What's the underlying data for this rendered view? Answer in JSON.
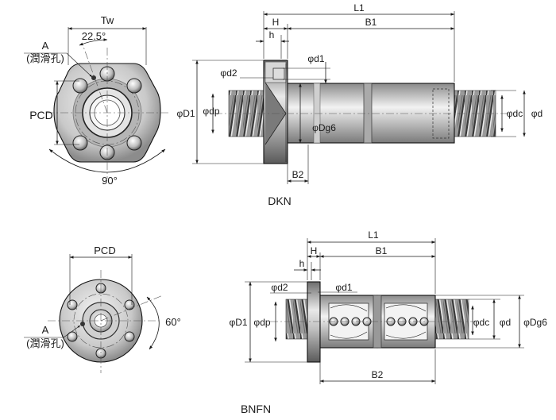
{
  "dkn": {
    "title": "DKN",
    "front": {
      "tw": "Tw",
      "angle": "22.5°",
      "hole_label": "A",
      "hole_note": "(潤滑孔)",
      "pcd": "PCD",
      "angle_bottom": "90°"
    },
    "side": {
      "l1": "L1",
      "h": "H",
      "b1": "B1",
      "h_small": "h",
      "d1": "φd1",
      "d2": "φd2",
      "D1": "φD1",
      "dp": "φdp",
      "dg6": "φDg6",
      "dc": "φdc",
      "d": "φd",
      "b2": "B2"
    }
  },
  "bnfn": {
    "title": "BNFN",
    "front": {
      "pcd": "PCD",
      "angle": "60°",
      "hole_label": "A",
      "hole_note": "(潤滑孔)"
    },
    "side": {
      "l1": "L1",
      "h_small": "h",
      "h": "H",
      "b1": "B1",
      "d2": "φd2",
      "d1": "φd1",
      "D1": "φD1",
      "dp": "φdp",
      "dc": "φdc",
      "d": "φd",
      "dg6": "φDg6",
      "b2": "B2"
    }
  }
}
